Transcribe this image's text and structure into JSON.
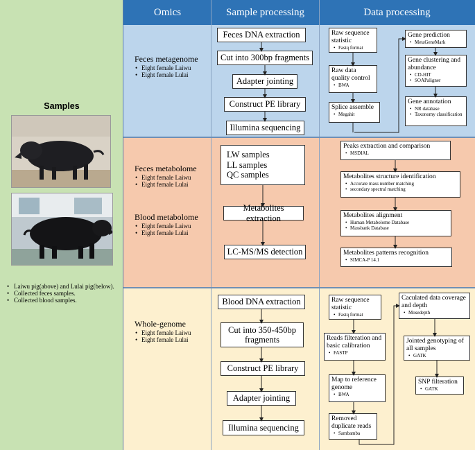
{
  "headers": {
    "omics": "Omics",
    "sample_processing": "Sample processing",
    "data_processing": "Data processing"
  },
  "samples": {
    "title": "Samples",
    "notes": [
      "Laiwu pig(above) and Lulai pig(below).",
      "Collected feces samples.",
      "Collected blood samples."
    ]
  },
  "omics": {
    "metagenome": {
      "title": "Feces metagenome",
      "items": [
        "Eight female Laiwu",
        "Eight female Lulai"
      ]
    },
    "feces_metabolome": {
      "title": "Feces metabolome",
      "items": [
        "Eight female Laiwu",
        "Eight female Lulai"
      ]
    },
    "blood_metabolome": {
      "title": "Blood metabolome",
      "items": [
        "Eight female Laiwu",
        "Eight female Lulai"
      ]
    },
    "whole_genome": {
      "title": "Whole-genome",
      "items": [
        "Eight female Laiwu",
        "Eight female Lulai"
      ]
    }
  },
  "sample_processing": {
    "metagenome": [
      "Feces DNA extraction",
      "Cut into 300bp fragments",
      "Adapter jointing",
      "Construct PE library",
      "Illumina sequencing"
    ],
    "metabolome": {
      "samples": [
        "LW  samples",
        "LL samples",
        "QC samples"
      ],
      "steps": [
        "Metabolites extraction",
        "LC-MS/MS detection"
      ]
    },
    "whole_genome": [
      "Blood DNA extraction",
      "Cut into 350-450bp fragments",
      "Construct PE library",
      "Adapter jointing",
      "Illumina sequencing"
    ]
  },
  "data_processing": {
    "metagenome": {
      "raw": {
        "title": "Raw sequence statistic",
        "items": [
          "Fastq format"
        ]
      },
      "qc": {
        "title": "Raw data quality control",
        "items": [
          "BWA"
        ]
      },
      "splice": {
        "title": "Splice assemble",
        "items": [
          "Megahit"
        ]
      },
      "gene_pred": {
        "title": "Gene prediction",
        "items": [
          "MetaGeneMark"
        ]
      },
      "clustering": {
        "title": "Gene clustering and abundance",
        "items": [
          "CD-HIT",
          "SOAPaligner"
        ]
      },
      "annotation": {
        "title": "Gene annotation",
        "items": [
          "NR database",
          "Taxonomy classification"
        ]
      }
    },
    "metabolome": {
      "peaks": {
        "title": "Peaks extraction and comparison",
        "items": [
          "MSDIAL"
        ]
      },
      "structure": {
        "title": "Metabolites structure identification",
        "items": [
          "Accurate mass number matching",
          "secondary spectral matching"
        ]
      },
      "alignment": {
        "title": "Metabolites alignment",
        "items": [
          "Human Metabolome Database",
          "Massbank Database"
        ]
      },
      "patterns": {
        "title": "Metabolites patterns recognition",
        "items": [
          "SIMCA-P 14.1"
        ]
      }
    },
    "whole_genome": {
      "raw": {
        "title": "Raw sequence statistic",
        "items": [
          "Fastq format"
        ]
      },
      "filtration": {
        "title": "Reads filteration and basic calibration",
        "items": [
          "FASTP"
        ]
      },
      "map": {
        "title": "Map to reference genome",
        "items": [
          "BWA"
        ]
      },
      "dedup": {
        "title": "Removed duplicate reads",
        "items": [
          "Sambamba"
        ]
      },
      "coverage": {
        "title": "Caculated data coverage and depth",
        "items": [
          "Mosedepth"
        ]
      },
      "genotyping": {
        "title": "Jointed genotyping of all samples",
        "items": [
          "GATK"
        ]
      },
      "snp": {
        "title": "SNP filteration",
        "items": [
          "GATK"
        ]
      }
    }
  }
}
